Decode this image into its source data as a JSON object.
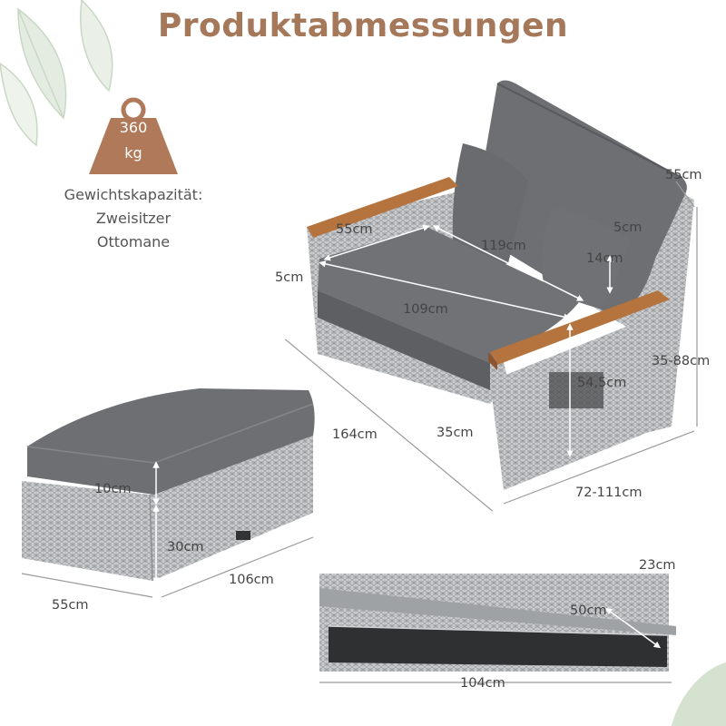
{
  "title": "Produktabmessungen",
  "weight": {
    "value": "360",
    "unit": "kg",
    "caption_line1": "Gewichtskapazität:",
    "caption_line2": "Zweisitzer",
    "caption_line3": "Ottomane"
  },
  "sofa_dims": {
    "seat_depth": "55cm",
    "backrest_length": "119cm",
    "pillow_small": "5cm",
    "cushion_thickness": "14cm",
    "back_height": "55cm",
    "seat_thickness": "5cm",
    "seat_width": "109cm",
    "arm_height": "54,5cm",
    "total_height": "35-88cm",
    "total_width": "164cm",
    "seat_height": "35cm",
    "depth_range": "72-111cm"
  },
  "ottoman_dims": {
    "cushion_height": "10cm",
    "base_height": "30cm",
    "length": "106cm",
    "width": "55cm"
  },
  "box_dims": {
    "height": "23cm",
    "inner_depth": "50cm",
    "length": "104cm"
  },
  "colors": {
    "accent": "#a5785a",
    "cushion": "#6e6f73",
    "rattan": "#b9bbbd",
    "wood": "#b5733e",
    "leaf": "#c8d8c4"
  }
}
